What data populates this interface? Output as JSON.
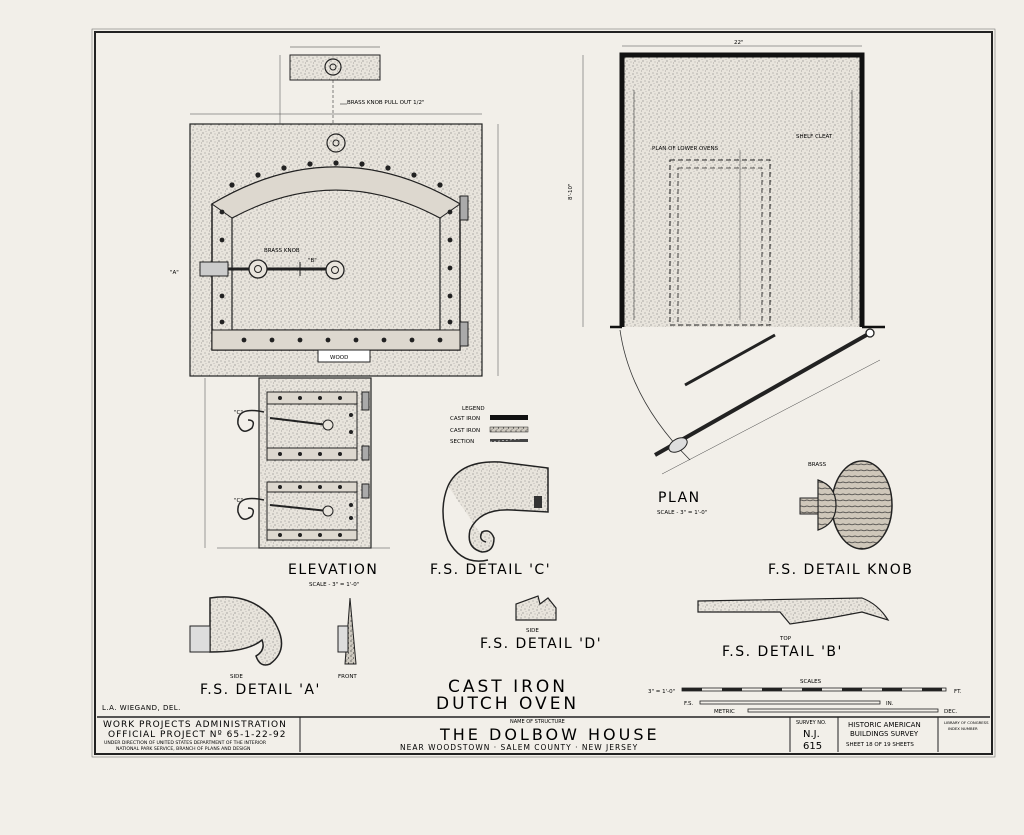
{
  "drawing": {
    "elevation": {
      "title": "ELEVATION",
      "scale": "SCALE - 3\" = 1'-0\"",
      "brass_knob_pull_out": "BRASS KNOB PULL OUT 1/2\"",
      "brass_knob": "BRASS KNOB",
      "wood": "WOOD",
      "marker_a": "\"A\"",
      "marker_b": "\"B\"",
      "marker_c1": "\"C\"",
      "marker_c2": "\"C\""
    },
    "legend": {
      "title": "LEGEND",
      "items": [
        "CAST IRON",
        "CAST IRON",
        "SECTION"
      ]
    },
    "plan": {
      "title": "PLAN",
      "scale": "SCALE - 3\" = 1'-0\"",
      "lower_ovens": "PLAN OF LOWER OVENS",
      "shelf_cleat": "SHELF CLEAT",
      "width_dim": "22\"",
      "depth_dim": "8'-10\""
    },
    "details": {
      "c": "F.S. DETAIL 'C'",
      "d": "F.S. DETAIL 'D'",
      "d_side": "SIDE",
      "a": "F.S. DETAIL 'A'",
      "a_side": "SIDE",
      "a_front": "FRONT",
      "b": "F.S. DETAIL 'B'",
      "b_top": "TOP",
      "knob": "F.S. DETAIL KNOB",
      "knob_brass": "BRASS"
    },
    "subject": {
      "line1": "CAST IRON",
      "line2": "DUTCH OVEN"
    },
    "scales": {
      "title": "SCALES",
      "row1": "3\" = 1'-0\"",
      "row1_unit": "FT.",
      "row2": "F.S.",
      "row2_unit": "IN.",
      "row3": "METRIC",
      "row3_unit": "DEC."
    },
    "delineator": "L.A. WIEGAND, DEL."
  },
  "title_block": {
    "agency": "WORK PROJECTS ADMINISTRATION",
    "project": "OFFICIAL PROJECT Nº 65-1-22-92",
    "direction": "UNDER DIRECTION OF UNITED STATES DEPARTMENT OF THE INTERIOR",
    "branch": "NATIONAL PARK SERVICE, BRANCH OF PLANS AND DESIGN",
    "name_label": "NAME OF STRUCTURE",
    "structure": "THE DOLBOW HOUSE",
    "location": "NEAR WOODSTOWN · SALEM COUNTY · NEW JERSEY",
    "survey_label": "SURVEY NO.",
    "survey_state": "N.J.",
    "survey_no": "615",
    "habs1": "HISTORIC AMERICAN",
    "habs2": "BUILDINGS SURVEY",
    "sheet": "SHEET 18 OF 19 SHEETS",
    "library1": "LIBRARY OF CONGRESS",
    "library2": "INDEX NUMBER"
  }
}
